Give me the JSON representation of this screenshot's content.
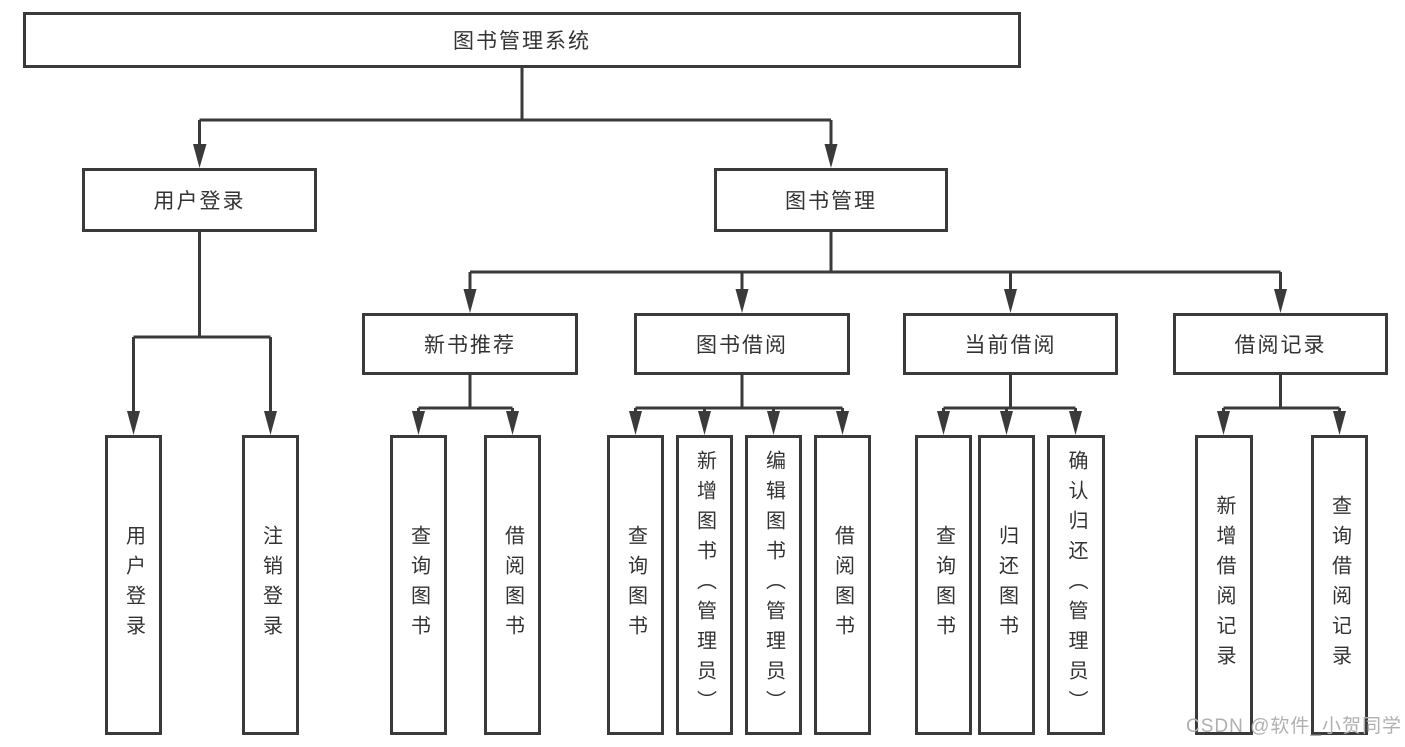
{
  "tree": {
    "root": "图书管理系统",
    "branches": [
      {
        "label": "用户登录",
        "children": [
          "用户登录",
          "注销登录"
        ]
      },
      {
        "label": "图书管理",
        "children": [
          {
            "label": "新书推荐",
            "children": [
              "查询图书",
              "借阅图书"
            ]
          },
          {
            "label": "图书借阅",
            "children": [
              "查询图书",
              "新增图书（管理员）",
              "编辑图书（管理员）",
              "借阅图书"
            ]
          },
          {
            "label": "当前借阅",
            "children": [
              "查询图书",
              "归还图书",
              "确认归还（管理员）"
            ]
          },
          {
            "label": "借阅记录",
            "children": [
              "新增借阅记录",
              "查询借阅记录"
            ]
          }
        ]
      }
    ]
  },
  "watermark": {
    "text": "CSDN @软件_小贺同学"
  },
  "colors": {
    "line": "#3a3a3a",
    "box_border": "#3a3a3a",
    "box_background": "#ffffff",
    "text": "#333333",
    "watermark": "#b0b0b0"
  }
}
